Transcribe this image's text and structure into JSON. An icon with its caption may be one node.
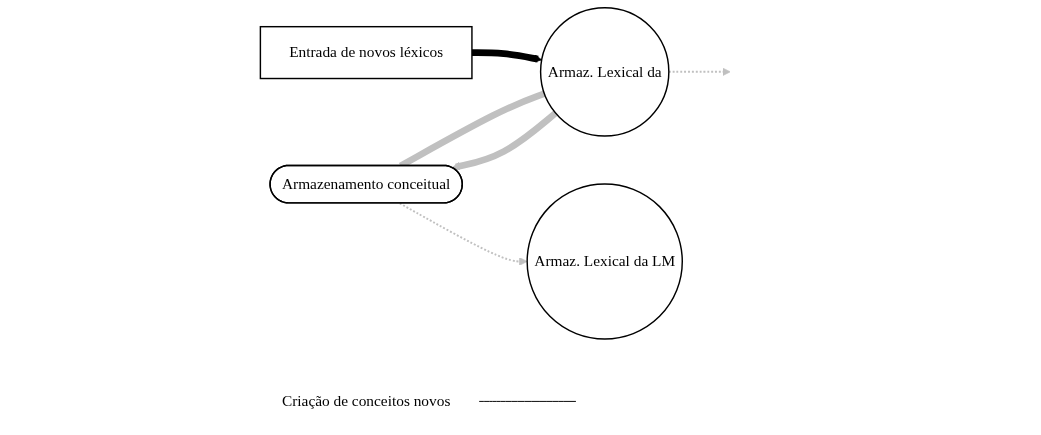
{
  "diagram": {
    "nodes": [
      {
        "text": [
          "Armazenamento conceitual"
        ]
      },
      {
        "text": [
          "Criação de conceitos novos"
        ]
      },
      {
        "text": [
          "Entrada de novos léxicos"
        ]
      },
      {
        "text": [
          "Armaz. Lexical da"
        ]
      },
      {
        "text": [
          "Armaz. Lexical da LM"
        ]
      }
    ],
    "edges": [
      {
        "from": 1,
        "to": null,
        "arrow": "none",
        "color": "#000000"
      },
      {
        "from": 2,
        "to": 3,
        "arrow": "to",
        "style": "thick",
        "color": "#000000"
      },
      {
        "from": 3,
        "to": 0,
        "arrow": "to",
        "style": "thick"
      },
      {
        "from": 0,
        "to": 3,
        "arrow": "none",
        "style": "thick"
      },
      {
        "from": 0,
        "to": 4,
        "arrow": "to",
        "style": "dashed"
      },
      {
        "from": 3,
        "to": null,
        "arrow": "to",
        "style": "dashed"
      }
    ]
  }
}
